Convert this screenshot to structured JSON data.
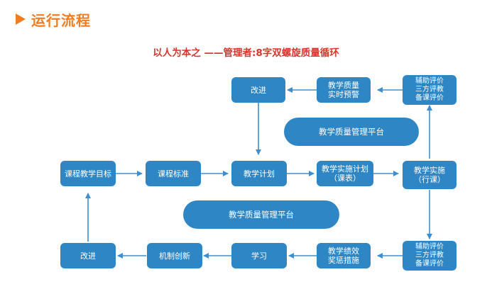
{
  "heading": {
    "marker_icon": "triangle-marker-icon",
    "text": "运行流程"
  },
  "subtitle": "以人为本之 ——管理者:8字双螺旋质量循环",
  "colors": {
    "node_fill": "#2f86c5",
    "arrow": "#3b8fd0",
    "heading": "#f07d21",
    "subtitle": "#d9342b"
  },
  "nodes": {
    "top_improve": "改进",
    "top_warning": "教学质量\n实时预警",
    "top_evaluation": "辅助评价\n三方评教\n备课评价",
    "top_platform": "教学质量管理平台",
    "course_goals": "课程教学目标",
    "course_standard": "课程标准",
    "teaching_plan": "教学计划",
    "implementation_plan": "教学实施计划\n（课表）",
    "implementation": "教学实施\n（行课）",
    "bottom_platform": "教学质量管理平台",
    "bottom_improve": "改进",
    "mechanism_innovation": "机制创新",
    "learning": "学习",
    "performance_incentive": "教学绩效\n奖惩措施",
    "bottom_evaluation": "辅助评价\n三方评教\n备课评价"
  }
}
